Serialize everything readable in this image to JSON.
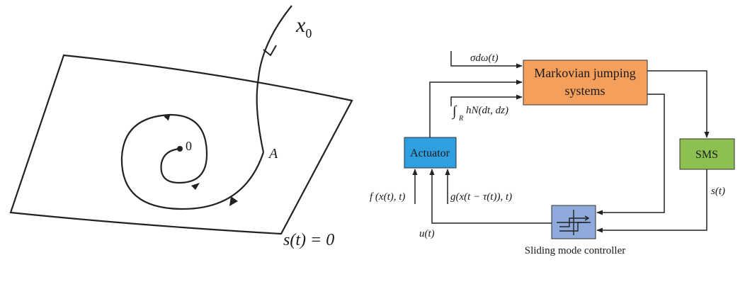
{
  "colors": {
    "line": "#222222",
    "markov_fill": "#f4a05c",
    "actuator_fill": "#2f9fe0",
    "sms_fill": "#8cc152",
    "controller_fill": "#8eaadb"
  },
  "left_figure": {
    "initial_state_label": "x",
    "initial_state_sub": "0",
    "origin_label": "0",
    "point_label": "A",
    "surface_label": "s(t) = 0"
  },
  "right_figure": {
    "markov_label_line1": "Markovian jumping",
    "markov_label_line2": "systems",
    "actuator_label": "Actuator",
    "sms_label": "SMS",
    "controller_caption": "Sliding mode controller",
    "noise_label": "σdω(t)",
    "jump_integral_sub": "R",
    "jump_label": "hN(dt, dz)",
    "nonlinear_f_label": "f (x(t), t)",
    "nonlinear_g_label": "g(x(t − τ(t)), t)",
    "control_label": "u(t)",
    "sms_output_label": "s(t)"
  },
  "controller_icon": "relay-switch-icon"
}
